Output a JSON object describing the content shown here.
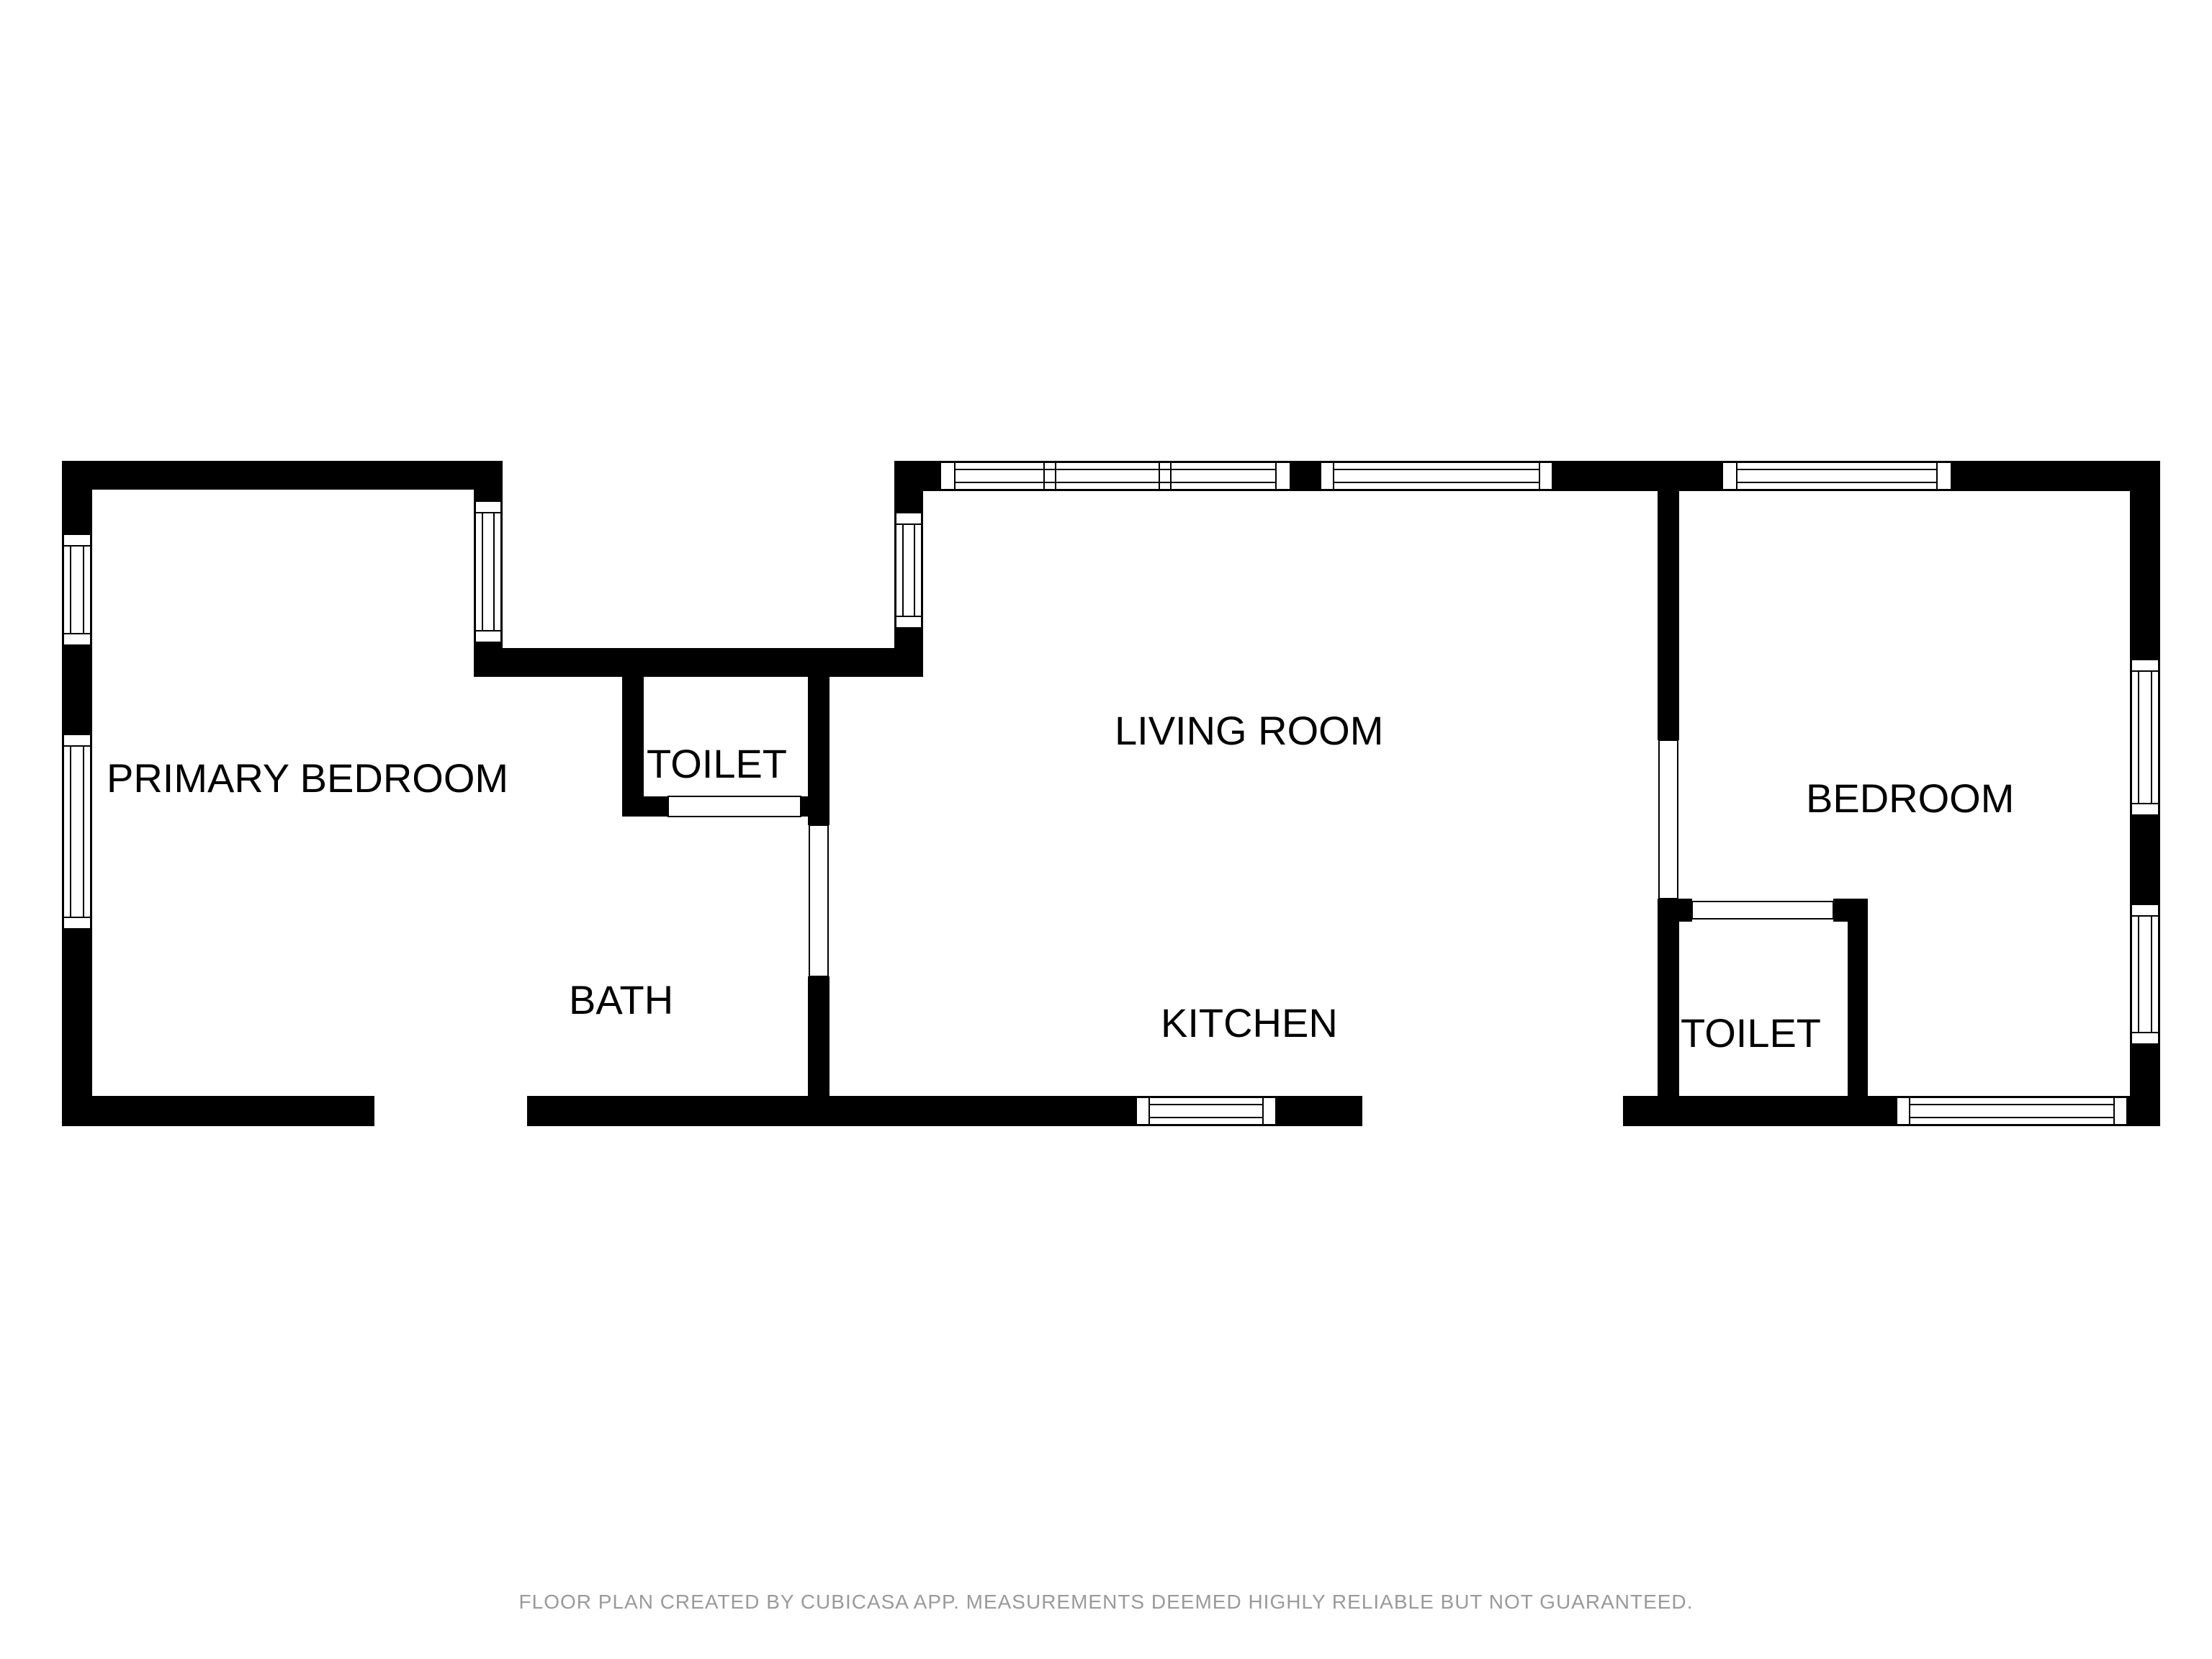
{
  "rooms": {
    "primary_bedroom": "PRIMARY BEDROOM",
    "toilet_1": "TOILET",
    "bath": "BATH",
    "living_room": "LIVING ROOM",
    "kitchen": "KITCHEN",
    "bedroom": "BEDROOM",
    "toilet_2": "TOILET"
  },
  "footer": {
    "disclaimer": "FLOOR PLAN CREATED BY CUBICASA APP. MEASUREMENTS DEEMED HIGHLY RELIABLE BUT NOT GUARANTEED."
  },
  "colors": {
    "wall": "#000000",
    "background": "#ffffff",
    "footer_text": "#9a9a9a"
  }
}
